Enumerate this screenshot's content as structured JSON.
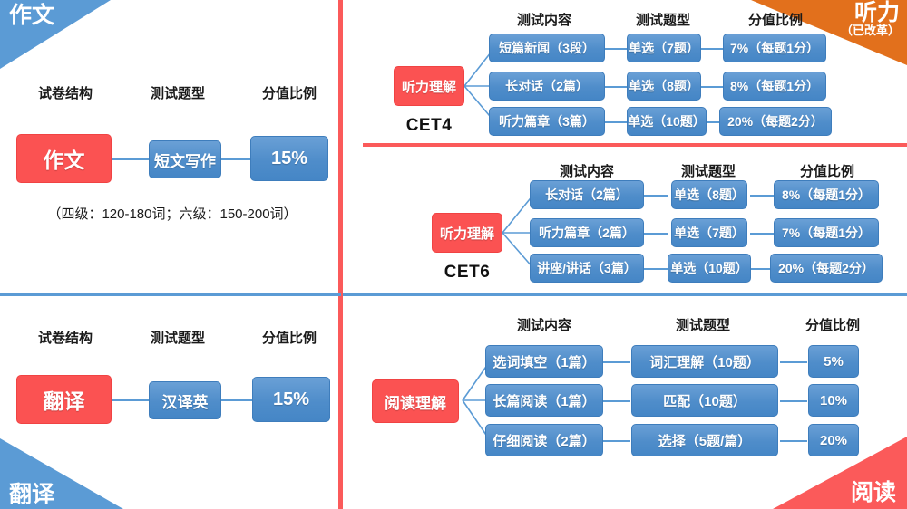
{
  "corners": {
    "top_left": {
      "label": "作文"
    },
    "bottom_left": {
      "label": "翻译"
    },
    "top_right": {
      "label": "听力",
      "sub": "（已改革）"
    },
    "bottom_right": {
      "label": "阅读"
    }
  },
  "writing_panel": {
    "headers": [
      "试卷结构",
      "测试题型",
      "分值比例"
    ],
    "root": "作文",
    "type": "短文写作",
    "weight": "15%",
    "caption": "（四级：120-180词；六级：150-200词）"
  },
  "translation_panel": {
    "headers": [
      "试卷结构",
      "测试题型",
      "分值比例"
    ],
    "root": "翻译",
    "type": "汉译英",
    "weight": "15%"
  },
  "listening_cet4": {
    "headers": [
      "测试内容",
      "测试题型",
      "分值比例"
    ],
    "root": "听力理解",
    "exam": "CET4",
    "rows": [
      {
        "content": "短篇新闻（3段）",
        "type": "单选（7题）",
        "weight": "7%（每题1分）"
      },
      {
        "content": "长对话（2篇）",
        "type": "单选（8题）",
        "weight": "8%（每题1分）"
      },
      {
        "content": "听力篇章（3篇）",
        "type": "单选（10题）",
        "weight": "20%（每题2分）"
      }
    ]
  },
  "listening_cet6": {
    "headers": [
      "测试内容",
      "测试题型",
      "分值比例"
    ],
    "root": "听力理解",
    "exam": "CET6",
    "rows": [
      {
        "content": "长对话（2篇）",
        "type": "单选（8题）",
        "weight": "8%（每题1分）"
      },
      {
        "content": "听力篇章（2篇）",
        "type": "单选（7题）",
        "weight": "7%（每题1分）"
      },
      {
        "content": "讲座/讲话（3篇）",
        "type": "单选（10题）",
        "weight": "20%（每题2分）"
      }
    ]
  },
  "reading_panel": {
    "headers": [
      "测试内容",
      "测试题型",
      "分值比例"
    ],
    "root": "阅读理解",
    "rows": [
      {
        "content": "选词填空（1篇）",
        "type": "词汇理解（10题）",
        "weight": "5%"
      },
      {
        "content": "长篇阅读（1篇）",
        "type": "匹配（10题）",
        "weight": "10%"
      },
      {
        "content": "仔细阅读（2篇）",
        "type": "选择（5题/篇）",
        "weight": "20%"
      }
    ]
  },
  "colors": {
    "red": "#FB5252",
    "blue": "#5391CE",
    "orange": "#E2701C",
    "corner_blue": "#5B9BD5",
    "divider_red": "#FB5A5A"
  }
}
